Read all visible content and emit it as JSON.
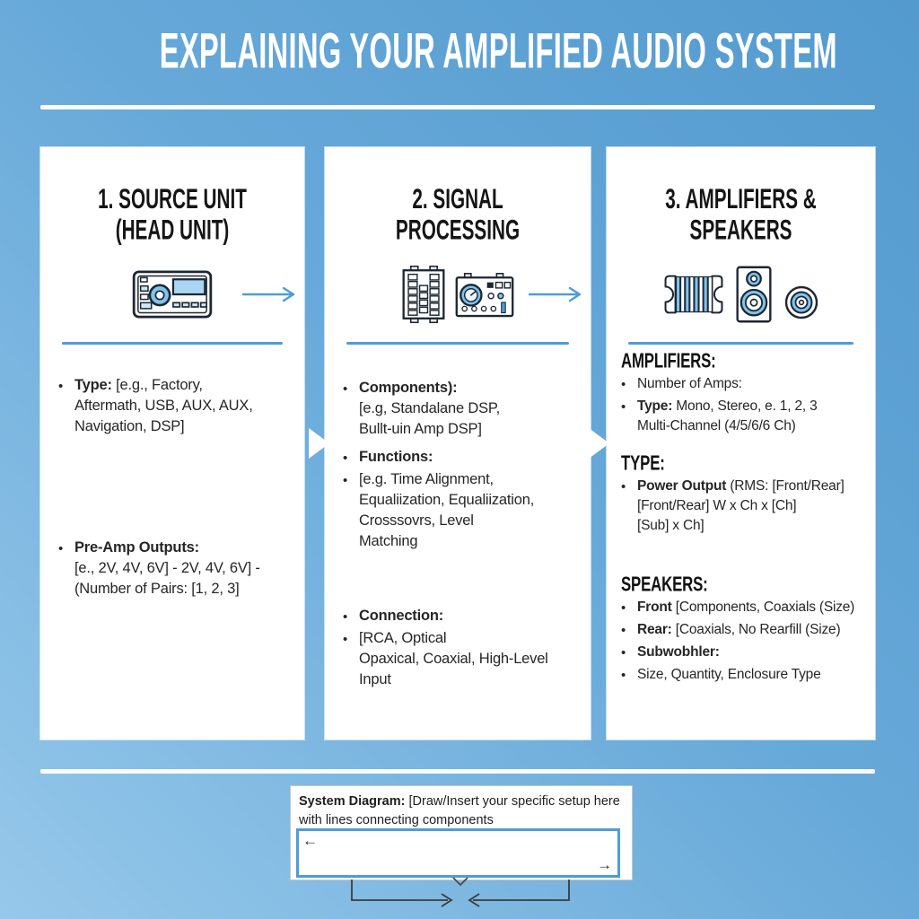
{
  "title": "EXPLAINING YOUR AMPLIFIED AUDIO SYSTEM",
  "colors": {
    "background_top": "#539ace",
    "background_bottom": "#96c8ea",
    "accent_blue": "#4d9dd6",
    "icon_fill_blue": "#7fc3ec",
    "card_background": "#ffffff",
    "heading_text": "#151515",
    "body_text": "#262626"
  },
  "cards": [
    {
      "title": "1. SOURCE UNIT\n(HEAD UNIT)",
      "icons": [
        "head-unit-icon",
        "arrow-right-icon"
      ],
      "bullets": [
        {
          "lead": "Type:",
          "rest": " [e.g., Factory,\nAftermath, USB, AUX, AUX,\nNavigation, DSP]"
        },
        {
          "lead": "Pre-Amp Outputs:",
          "rest": "\n[e., 2V, 4V, 6V] - 2V, 4V, 6V] -\n(Number of Pairs: [1, 2, 3]"
        }
      ]
    },
    {
      "title": "2. SIGNAL\nPROCESSING",
      "icons": [
        "equalizer-icon",
        "dsp-processor-icon",
        "arrow-right-icon"
      ],
      "bullets": [
        {
          "lead": "Components):",
          "rest": "\n[e.g, Standalane DSP,\nBullt-uin Amp DSP]"
        },
        {
          "lead": "Functions:",
          "rest": ""
        },
        {
          "lead": "",
          "rest": "[e.g. Time Alignment,\nEqualiization, Equaliization,\nCrosssovrs, Level\nMatching"
        },
        {
          "lead": "Connection:",
          "rest": ""
        },
        {
          "lead": "",
          "rest": "[RCA, Optical\nOpaxical, Coaxial, High-Level\nInput"
        }
      ]
    },
    {
      "title": "3. AMPLIFIERS &\nSPEAKERS",
      "icons": [
        "amplifier-icon",
        "speaker-cabinet-icon",
        "round-speaker-icon"
      ],
      "sections": [
        {
          "heading": "AMPLIFIERS:",
          "bullets": [
            {
              "lead": "",
              "rest": "Number of Amps:"
            },
            {
              "lead": "Type:",
              "rest": " Mono, Stereo, e. 1, 2, 3\nMulti-Channel (4/5/6/6 Ch)"
            }
          ]
        },
        {
          "heading": "TYPE:",
          "bullets": [
            {
              "lead": "Power Output",
              "rest": " (RMS: [Front/Rear]\n[Front/Rear] W x Ch x [Ch]\n[Sub] x Ch]"
            }
          ]
        },
        {
          "heading": "SPEAKERS:",
          "bullets": [
            {
              "lead": "Front",
              "rest": " [Components, Coaxials (Size)"
            },
            {
              "lead": "Rear:",
              "rest": " [Coaxials, No Rearfill (Size)"
            },
            {
              "lead": "Subwobhler:",
              "rest": ""
            },
            {
              "lead": "",
              "rest": "Size, Quantity, Enclosure Type"
            }
          ]
        }
      ]
    }
  ],
  "diagram": {
    "label": "System Diagram:",
    "text": " [Draw/Insert your specific setup here with lines connecting components",
    "arrow_left": "←",
    "arrow_right": "→"
  }
}
